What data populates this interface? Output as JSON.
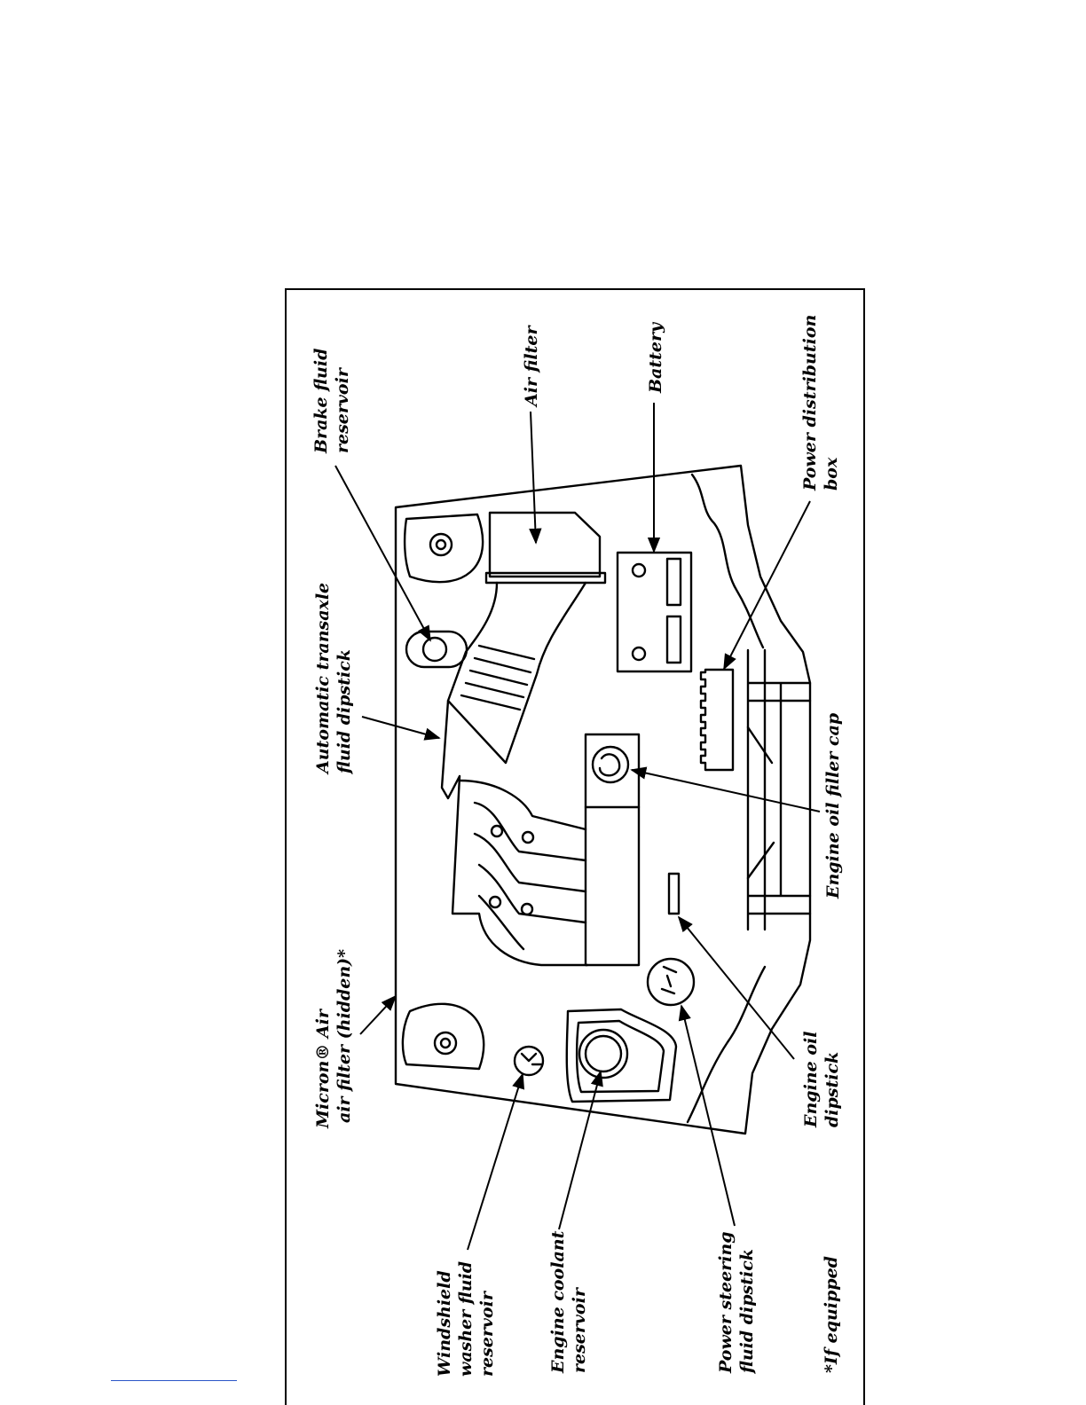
{
  "labels": {
    "micron_air_filter": [
      "Micron® Air",
      "air filter (hidden)*"
    ],
    "automatic_transaxle_dipstick": [
      "Automatic transaxle",
      "fluid dipstick"
    ],
    "brake_fluid_reservoir": [
      "Brake fluid",
      "reservoir"
    ],
    "air_filter": [
      "Air filter"
    ],
    "battery": [
      "Battery"
    ],
    "power_distribution_box": [
      "Power distribution",
      "box"
    ],
    "engine_oil_filler_cap": [
      "Engine oil  filler cap"
    ],
    "engine_oil_dipstick": [
      "Engine oil",
      "dipstick"
    ],
    "power_steering_dipstick": [
      "Power steering",
      "fluid dipstick"
    ],
    "engine_coolant_reservoir": [
      "Engine coolant",
      "reservoir"
    ],
    "windshield_washer_reservoir": [
      "Windshield",
      "washer fluid",
      "reservoir"
    ],
    "footnote": [
      "*If equipped"
    ]
  }
}
